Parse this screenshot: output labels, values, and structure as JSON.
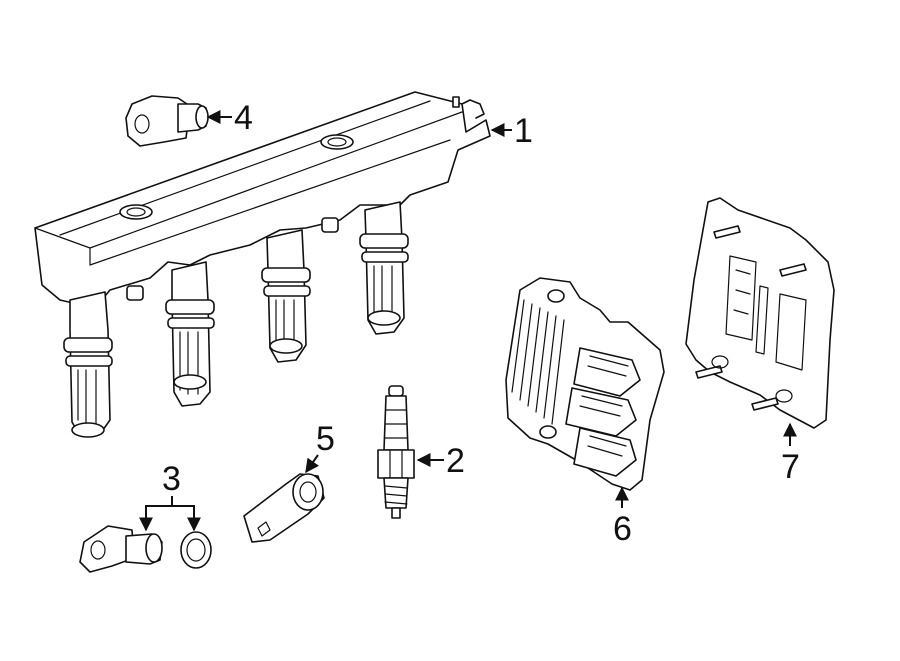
{
  "callouts": {
    "c1": "1",
    "c2": "2",
    "c3": "3",
    "c4": "4",
    "c5": "5",
    "c6": "6",
    "c7": "7"
  },
  "colors": {
    "line": "#111111",
    "fill": "#ffffff",
    "background": "#ffffff"
  }
}
